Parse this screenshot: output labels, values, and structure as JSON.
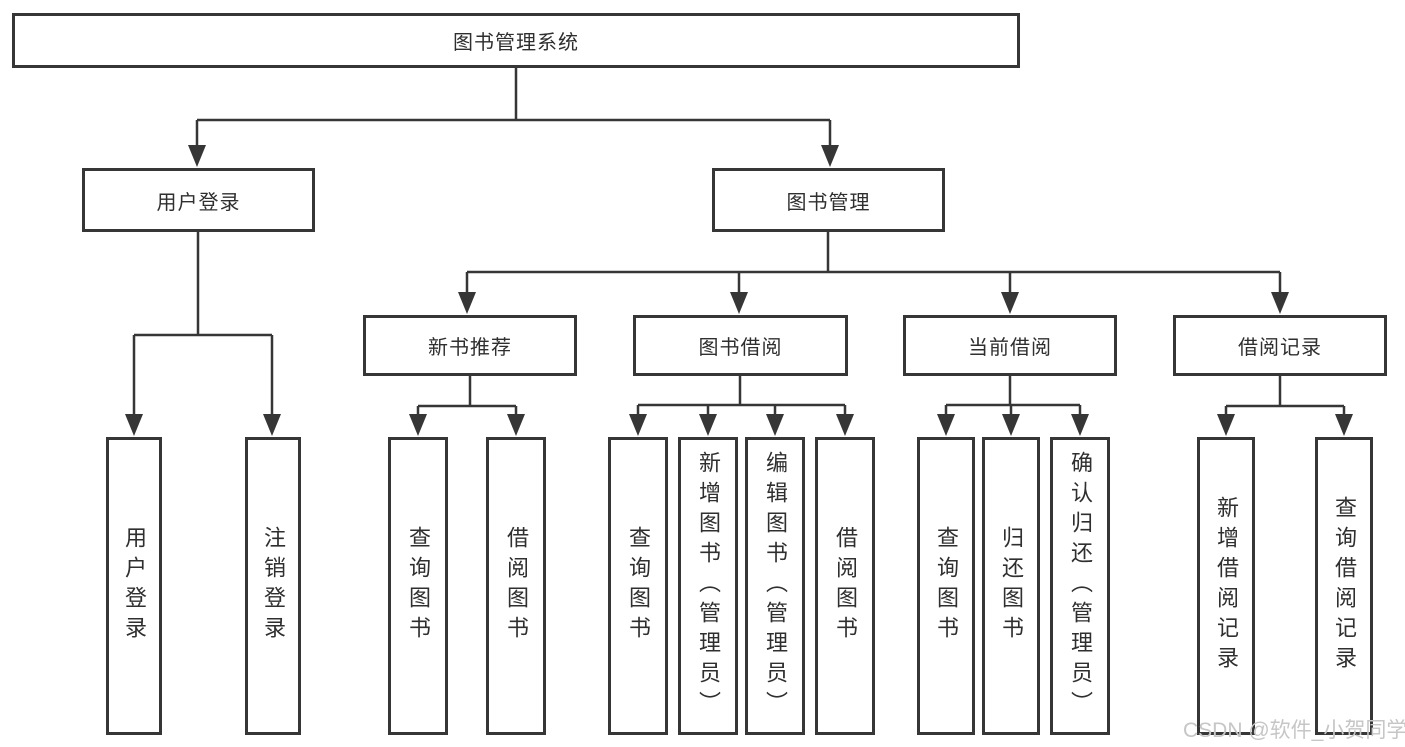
{
  "diagram": {
    "title_node": {
      "label": "图书管理系统"
    },
    "level2": [
      {
        "label": "用户登录"
      },
      {
        "label": "图书管理"
      }
    ],
    "level3": [
      {
        "label": "新书推荐"
      },
      {
        "label": "图书借阅"
      },
      {
        "label": "当前借阅"
      },
      {
        "label": "借阅记录"
      }
    ],
    "leaves": [
      {
        "label": "用户登录",
        "parent": "用户登录"
      },
      {
        "label": "注销登录",
        "parent": "用户登录"
      },
      {
        "label": "查询图书",
        "parent": "新书推荐"
      },
      {
        "label": "借阅图书",
        "parent": "新书推荐"
      },
      {
        "label": "查询图书",
        "parent": "图书借阅"
      },
      {
        "label": "新增图书（管理员）",
        "parent": "图书借阅"
      },
      {
        "label": "编辑图书（管理员）",
        "parent": "图书借阅"
      },
      {
        "label": "借阅图书",
        "parent": "图书借阅"
      },
      {
        "label": "查询图书",
        "parent": "当前借阅"
      },
      {
        "label": "归还图书",
        "parent": "当前借阅"
      },
      {
        "label": "确认归还（管理员）",
        "parent": "当前借阅"
      },
      {
        "label": "新增借阅记录",
        "parent": "借阅记录"
      },
      {
        "label": "查询借阅记录",
        "parent": "借阅记录"
      }
    ],
    "colors": {
      "line": "#363636",
      "box_border": "#363636",
      "text": "#2f2f2f",
      "background": "#ffffff",
      "watermark": "#c6c6c6"
    },
    "watermark": {
      "text": "CSDN @软件_小贺同学"
    }
  }
}
